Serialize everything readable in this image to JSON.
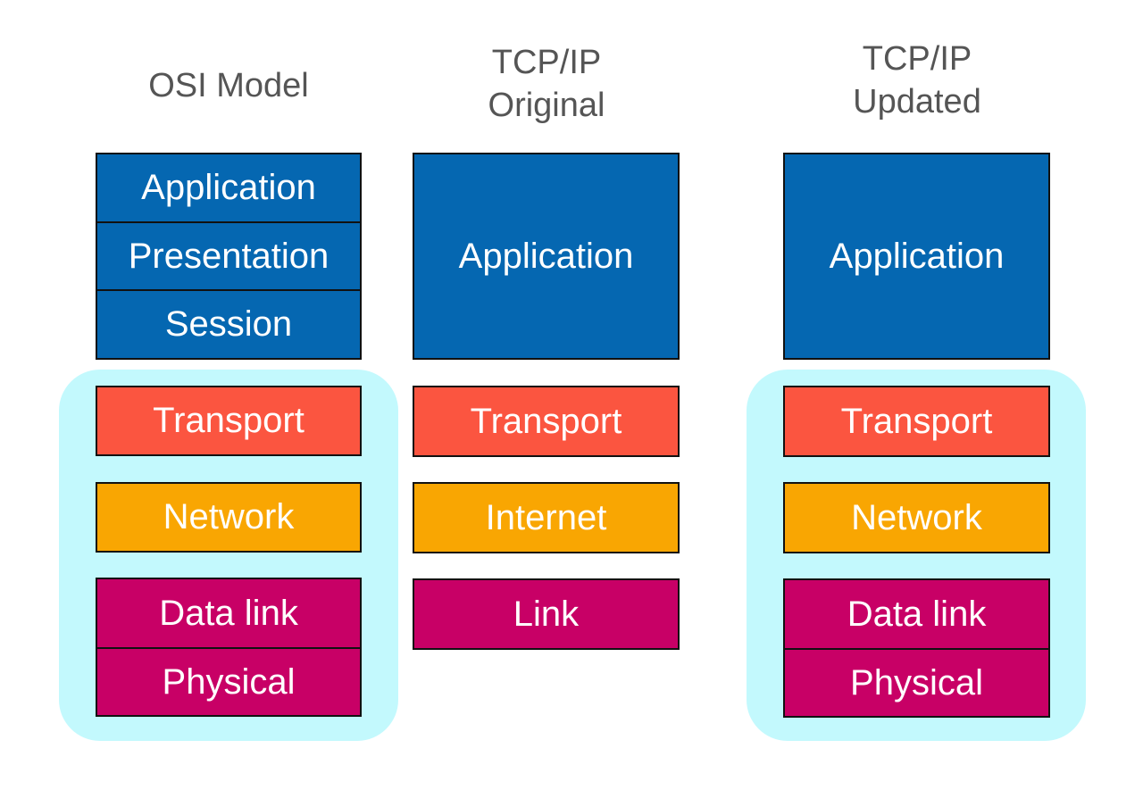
{
  "colors": {
    "application": "#0567b1",
    "transport": "#fb5540",
    "network": "#f9a602",
    "link": "#c80066",
    "group_highlight": "#c3f9fd",
    "title_text": "#555555"
  },
  "columns": {
    "osi": {
      "title": "OSI Model",
      "layers": [
        "Application",
        "Presentation",
        "Session",
        "Transport",
        "Network",
        "Data link",
        "Physical"
      ]
    },
    "tcpip_original": {
      "title": "TCP/IP\nOriginal",
      "layers": [
        "Application",
        "Transport",
        "Internet",
        "Link"
      ]
    },
    "tcpip_updated": {
      "title": "TCP/IP\nUpdated",
      "layers": [
        "Application",
        "Transport",
        "Network",
        "Data link",
        "Physical"
      ]
    }
  }
}
